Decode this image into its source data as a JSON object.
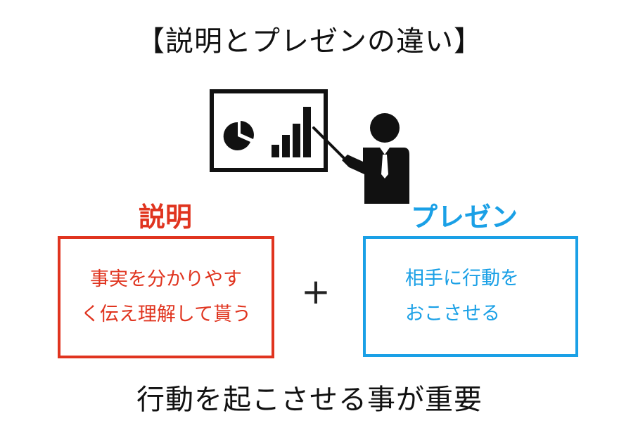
{
  "title": "【説明とプレゼンの違い】",
  "colors": {
    "red": "#e0341f",
    "blue": "#1aa0e6",
    "dark": "#111111"
  },
  "left": {
    "heading": "説明",
    "lines": [
      "事実を分かりやす",
      "く伝え理解して貰う"
    ]
  },
  "operator": "+",
  "right": {
    "heading": "プレゼン",
    "lines": [
      "相手に行動を",
      "おこさせる"
    ]
  },
  "footer": "行動を起こさせる事が重要",
  "illustration_icons": [
    "presentation-board-icon",
    "pie-chart-icon",
    "bar-chart-icon",
    "presenter-icon"
  ]
}
